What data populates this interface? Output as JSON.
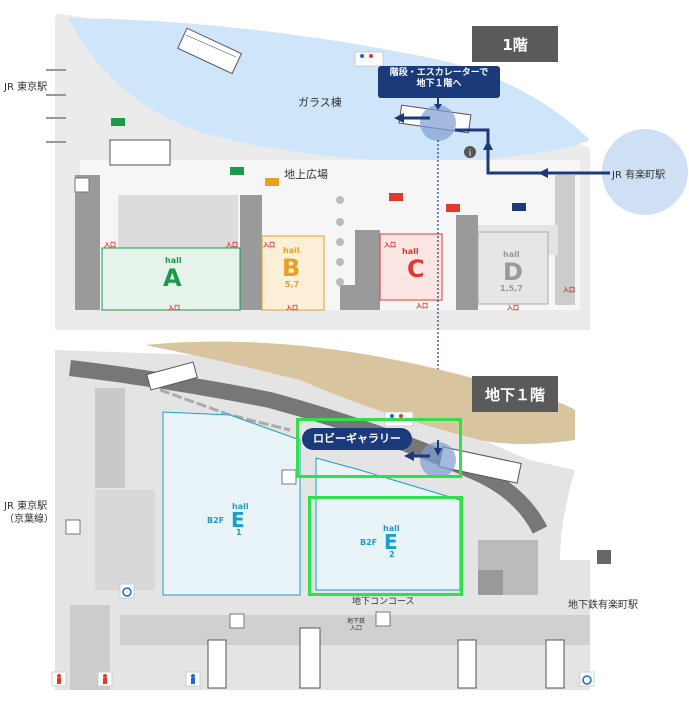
{
  "floors": {
    "ground": "1階",
    "basement": "地下１階"
  },
  "callouts": {
    "escalator": "階段・エスカレーターで\n地下１階へ",
    "lobby_gallery": "ロビーギャラリー"
  },
  "areas": {
    "glass_building": "ガラス棟",
    "plaza": "地上広場",
    "concourse": "地下コンコース",
    "jr_tokyo": "JR 東京駅",
    "jr_tokyo_keiyo": "JR 東京駅\n（京葉線）",
    "jr_yurakucho": "JR 有楽町駅",
    "subway_yurakucho": "地下鉄有楽町駅",
    "d_corridor": "ロビーギャラリー",
    "coin_locker_entrance": "地下鉄\n入口"
  },
  "halls": {
    "hall_word": "hall",
    "A": {
      "letter": "A",
      "sub": ""
    },
    "B": {
      "letter": "B",
      "sub": "5,7"
    },
    "C": {
      "letter": "C",
      "sub": ""
    },
    "D": {
      "letter": "D",
      "sub": "1,5,7"
    },
    "E1": {
      "prefix": "B2F",
      "letter": "E",
      "sub": "1"
    },
    "E2": {
      "prefix": "B2F",
      "letter": "E",
      "sub": "2"
    }
  },
  "entrance_label": "入口",
  "colors": {
    "hall_A": "#1a9a4a",
    "hall_B": "#e8a020",
    "hall_C": "#e03a30",
    "hall_D": "#999999",
    "hall_E": "#1aa0c8",
    "navy": "#1a3a7a",
    "highlight": "#2ee14a",
    "water": "#cfe6fa",
    "tan": "#d8c49e"
  },
  "icons": [
    "escalator-icon",
    "elevator-icon",
    "restroom-icon",
    "wheelchair-icon",
    "info-icon",
    "baby-icon"
  ]
}
